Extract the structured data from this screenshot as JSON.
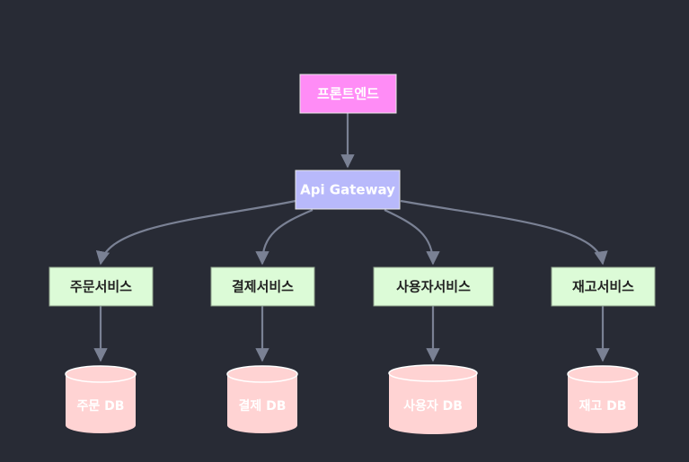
{
  "colors": {
    "background": "#282b35",
    "edge": "#7a8194",
    "frontend_fill": "#ff8cf6",
    "frontend_text": "#ffffff",
    "gateway_fill": "#b8b9fb",
    "gateway_text": "#ffffff",
    "service_fill": "#dcfbd7",
    "service_text": "#222222",
    "db_fill": "#ffd3d3",
    "db_text": "#ffffff"
  },
  "nodes": {
    "frontend": {
      "label": "프론트엔드"
    },
    "gateway": {
      "label": "Api Gateway"
    },
    "services": [
      {
        "label": "주문서비스"
      },
      {
        "label": "결제서비스"
      },
      {
        "label": "사용자서비스"
      },
      {
        "label": "재고서비스"
      }
    ],
    "databases": [
      {
        "label": "주문 DB"
      },
      {
        "label": "결제 DB"
      },
      {
        "label": "사용자 DB"
      },
      {
        "label": "재고 DB"
      }
    ]
  },
  "edges": [
    {
      "from": "frontend",
      "to": "gateway"
    },
    {
      "from": "gateway",
      "to": "services.0"
    },
    {
      "from": "gateway",
      "to": "services.1"
    },
    {
      "from": "gateway",
      "to": "services.2"
    },
    {
      "from": "gateway",
      "to": "services.3"
    },
    {
      "from": "services.0",
      "to": "databases.0"
    },
    {
      "from": "services.1",
      "to": "databases.1"
    },
    {
      "from": "services.2",
      "to": "databases.2"
    },
    {
      "from": "services.3",
      "to": "databases.3"
    }
  ]
}
